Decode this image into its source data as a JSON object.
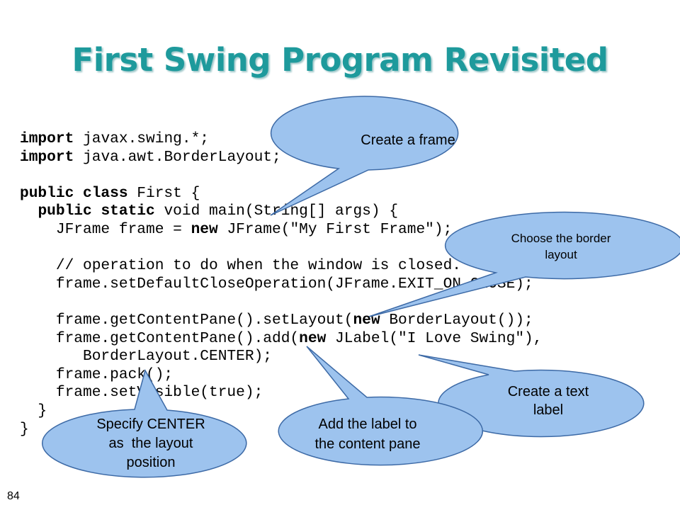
{
  "slide": {
    "title": "First Swing Program Revisited",
    "page_number": "84",
    "code_lines": [
      [
        {
          "t": "import",
          "b": true
        },
        {
          "t": " javax.swing.*;"
        }
      ],
      [
        {
          "t": "import",
          "b": true
        },
        {
          "t": " java.awt.BorderLayout;"
        }
      ],
      [],
      [
        {
          "t": "public class",
          "b": true
        },
        {
          "t": " First {"
        }
      ],
      [
        {
          "t": "  "
        },
        {
          "t": "public static",
          "b": true
        },
        {
          "t": " void main(String[] args) {"
        }
      ],
      [
        {
          "t": "    JFrame frame = "
        },
        {
          "t": "new",
          "b": true
        },
        {
          "t": " JFrame(\"My First Frame\");"
        }
      ],
      [],
      [
        {
          "t": "    // operation to do when the window is closed."
        }
      ],
      [
        {
          "t": "    frame.setDefaultCloseOperation(JFrame.EXIT_ON_CLOSE);"
        }
      ],
      [],
      [
        {
          "t": "    frame.getContentPane().setLayout("
        },
        {
          "t": "new",
          "b": true
        },
        {
          "t": " BorderLayout());"
        }
      ],
      [
        {
          "t": "    frame.getContentPane().add("
        },
        {
          "t": "new",
          "b": true
        },
        {
          "t": " JLabel(\"I Love Swing\"),"
        }
      ],
      [
        {
          "t": "       BorderLayout.CENTER);"
        }
      ],
      [
        {
          "t": "    frame.pack();"
        }
      ],
      [
        {
          "t": "    frame.setVisible(true);"
        }
      ],
      [
        {
          "t": "  }"
        }
      ],
      [
        {
          "t": "}"
        }
      ]
    ],
    "callouts": {
      "create_frame": "Create a frame",
      "border_layout_line1": "Choose the border",
      "border_layout_line2": "layout",
      "text_label_line1": "Create a text",
      "text_label_line2": "label",
      "add_label_line1": "Add the label to",
      "add_label_line2": "the content pane",
      "center_line1": "Specify CENTER",
      "center_line2": "as  the layout",
      "center_line3": "position"
    },
    "colors": {
      "title": "#1e9a9c",
      "callout_fill": "#9dc3ee",
      "callout_stroke": "#3d6aa6"
    }
  }
}
